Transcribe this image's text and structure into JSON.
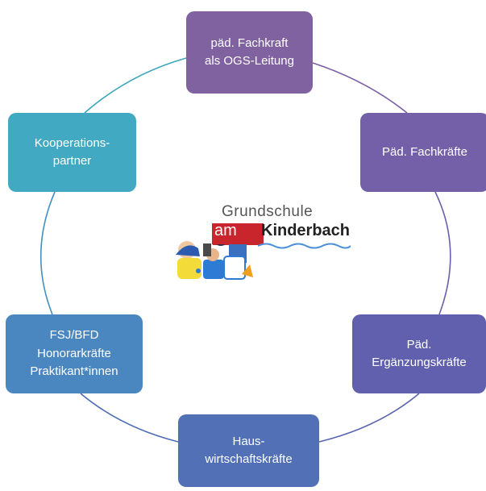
{
  "diagram": {
    "nodes": [
      {
        "id": "top",
        "label": "päd. Fachkraft\nals OGS-Leitung",
        "color": "#8062a1"
      },
      {
        "id": "right",
        "label": "Päd. Fachkräfte",
        "color": "#7460a8"
      },
      {
        "id": "rlow",
        "label": "Päd.\nErgänzungskräfte",
        "color": "#6060ae"
      },
      {
        "id": "bottom",
        "label": "Haus-\nwirtschaftskräfte",
        "color": "#5170b6"
      },
      {
        "id": "left",
        "label": "FSJ/BFD\nHonorarkräfte\nPraktikant*innen",
        "color": "#4a86c0"
      },
      {
        "id": "tleft",
        "label": "Kooperations-\npartner",
        "color": "#42a9c2"
      }
    ],
    "ring_colors": {
      "teal": "#3aa6b9",
      "blue": "#4a7fc0",
      "purple": "#7a60a8"
    }
  },
  "logo": {
    "line1": "Grundschule",
    "line2_prefix": "am",
    "line2_word": "Kinderbach",
    "accent_red": "#c8262c"
  }
}
